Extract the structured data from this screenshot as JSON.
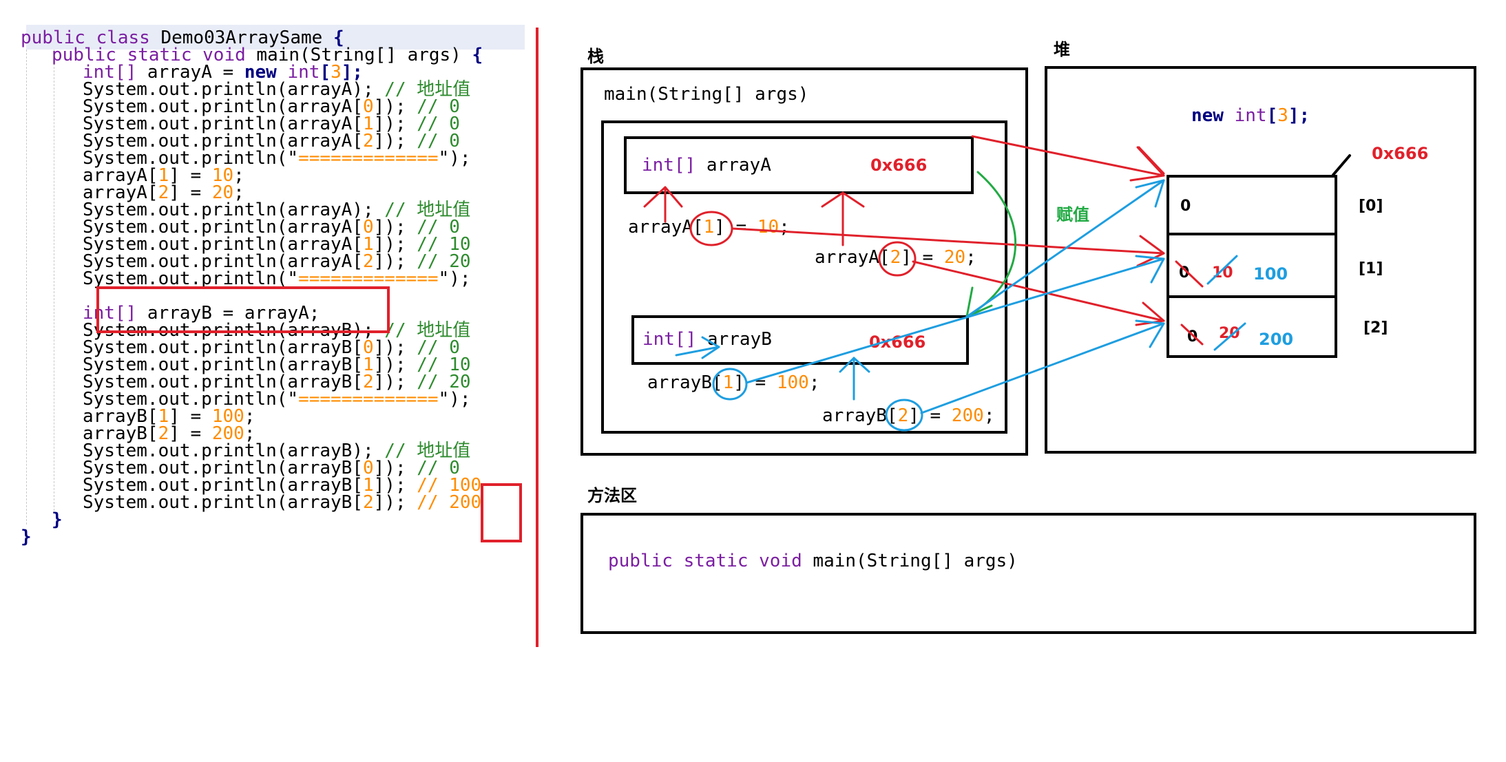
{
  "code": {
    "line1": {
      "kw": "public class",
      "name": " Demo03ArraySame ",
      "brace": "{"
    },
    "line2": {
      "kw": "public static void",
      "name": " main(String[] args) ",
      "brace": "{"
    },
    "line3": {
      "type": "int[]",
      "var": " arrayA = ",
      "new": "new",
      "int": " int",
      "b1": "[",
      "n": "3",
      "b2": "];"
    },
    "line4": {
      "text": "System.out.println(arrayA); ",
      "comment": "// 地址值"
    },
    "line5": {
      "pre": "System.out.println(arrayA[",
      "n": "0",
      "post": "]); ",
      "comment": "// 0"
    },
    "line6": {
      "pre": "System.out.println(arrayA[",
      "n": "1",
      "post": "]); ",
      "comment": "// 0"
    },
    "line7": {
      "pre": "System.out.println(arrayA[",
      "n": "2",
      "post": "]); ",
      "comment": "// 0"
    },
    "line8": {
      "pre": "System.out.println(\"",
      "str": "=============",
      "post": "\");"
    },
    "line9": {
      "pre": "arrayA[",
      "idx": "1",
      "mid": "] = ",
      "val": "10",
      "post": ";"
    },
    "line10": {
      "pre": "arrayA[",
      "idx": "2",
      "mid": "] = ",
      "val": "20",
      "post": ";"
    },
    "line11": {
      "text": "System.out.println(arrayA); ",
      "comment": "// 地址值"
    },
    "line12": {
      "pre": "System.out.println(arrayA[",
      "n": "0",
      "post": "]); ",
      "comment": "// 0"
    },
    "line13": {
      "pre": "System.out.println(arrayA[",
      "n": "1",
      "post": "]); ",
      "comment": "// 10"
    },
    "line14": {
      "pre": "System.out.println(arrayA[",
      "n": "2",
      "post": "]); ",
      "comment": "// 20"
    },
    "line15": {
      "pre": "System.out.println(\"",
      "str": "=============",
      "post": "\");"
    },
    "line16": {
      "type": "int[]",
      "rest": " arrayB = arrayA;"
    },
    "line17": {
      "text": "System.out.println(arrayB); ",
      "comment": "// 地址值"
    },
    "line18": {
      "pre": "System.out.println(arrayB[",
      "n": "0",
      "post": "]); ",
      "comment": "// 0"
    },
    "line19": {
      "pre": "System.out.println(arrayB[",
      "n": "1",
      "post": "]); ",
      "comment": "// 10"
    },
    "line20": {
      "pre": "System.out.println(arrayB[",
      "n": "2",
      "post": "]); ",
      "comment": "// 20"
    },
    "line21": {
      "pre": "System.out.println(\"",
      "str": "=============",
      "post": "\");"
    },
    "line22": {
      "pre": "arrayB[",
      "idx": "1",
      "mid": "] = ",
      "val": "100",
      "post": ";"
    },
    "line23": {
      "pre": "arrayB[",
      "idx": "2",
      "mid": "] = ",
      "val": "200",
      "post": ";"
    },
    "line24": {
      "text": "System.out.println(arrayB); ",
      "comment": "// 地址值"
    },
    "line25": {
      "pre": "System.out.println(arrayB[",
      "n": "0",
      "post": "]); ",
      "comment": "// 0"
    },
    "line26": {
      "pre": "System.out.println(arrayB[",
      "n": "1",
      "post": "]); ",
      "comment": "// 100"
    },
    "line27": {
      "pre": "System.out.println(arrayB[",
      "n": "2",
      "post": "]); ",
      "comment": "// 200"
    },
    "line28": {
      "brace": "}"
    },
    "line29": {
      "brace": "}"
    }
  },
  "diagram": {
    "stack_label": "栈",
    "heap_label": "堆",
    "method_area_label": "方法区",
    "stack_frame_label": "main(String[] args)",
    "arrayA_var": {
      "type": "int[]",
      "name": " arrayA"
    },
    "arrayA_addr": "0x666",
    "arrayA_assign1": {
      "pre": "arrayA[",
      "idx": "1",
      "mid": "] = ",
      "val": "10",
      "post": ";"
    },
    "arrayA_assign2": {
      "pre": "arrayA[",
      "idx": "2",
      "mid": "] = ",
      "val": "20",
      "post": ";"
    },
    "arrayB_var": {
      "type": "int[]",
      "name": " arrayB"
    },
    "arrayB_addr": "0x666",
    "arrayB_assign1": {
      "pre": "arrayB[",
      "idx": "1",
      "mid": "] = ",
      "val": "100",
      "post": ";"
    },
    "arrayB_assign2": {
      "pre": "arrayB[",
      "idx": "2",
      "mid": "] = ",
      "val": "200",
      "post": ";"
    },
    "assign_label": "赋值",
    "heap_new": {
      "kw": "new",
      "int": " int",
      "b1": "[",
      "n": "3",
      "b2": "];"
    },
    "heap_addr": "0x666",
    "cell0_value": "0",
    "cell1_old1": "0",
    "cell1_old2": "10",
    "cell1_value": "100",
    "cell2_old1": "0",
    "cell2_old2": "20",
    "cell2_value": "200",
    "index0": "[0]",
    "index1": "[1]",
    "index2": "[2]",
    "method_sig": {
      "kw": "public static void",
      "rest": " main(String[] args)"
    }
  },
  "colors": {
    "red": "#e0212b",
    "blue": "#1e9ee0",
    "green": "#22aa44",
    "orange": "#ff8c00",
    "purple": "#7b1fa2"
  }
}
